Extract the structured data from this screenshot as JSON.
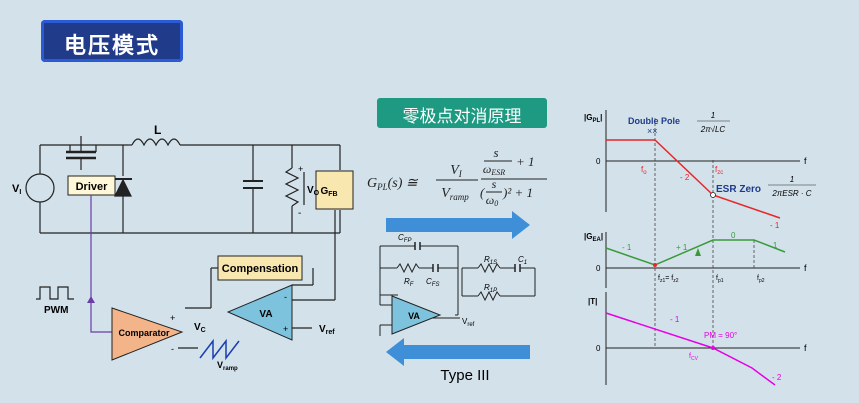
{
  "title": "电压模式",
  "subtitle": "零极点对消原理",
  "circuit": {
    "source_label": "V",
    "source_sub": "I",
    "inductor": "L",
    "driver": "Driver",
    "vo": "V",
    "vo_sub": "O",
    "gfb": "G",
    "gfb_sub": "FB",
    "plus": "+",
    "minus": "-",
    "compensation": "Compensation",
    "va": "VA",
    "vref": "V",
    "vref_sub": "ref",
    "comparator": "Comparator",
    "vc": "V",
    "vc_sub": "C",
    "vramp": "V",
    "vramp_sub": "ramp",
    "pwm": "PWM"
  },
  "formula": {
    "lhs": "G",
    "lhs_sub": "PL",
    "lhs_arg": "(s) ≅",
    "num": "V",
    "num_sub": "I",
    "den": "V",
    "den_sub": "ramp",
    "frac_num": "s",
    "frac_den": "ω",
    "frac_den_sub": "ESR",
    "plus1": "+ 1",
    "sq_num": "s",
    "sq_den": "ω",
    "sq_den_sub": "0",
    "sq_exp": ")² + 1",
    "open_paren": "("
  },
  "type3": {
    "cfp": "C",
    "cfp_sub": "FP",
    "rf": "R",
    "rf_sub": "F",
    "cfs": "C",
    "cfs_sub": "FS",
    "r1s": "R",
    "r1s_sub": "1S",
    "c1": "C",
    "c1_sub": "1",
    "r1p": "R",
    "r1p_sub": "1P",
    "va": "VA",
    "vref": "V",
    "vref_sub": "ref",
    "label": "Type III"
  },
  "bode": {
    "gpl_label": "|G",
    "gpl_sub": "PL",
    "gpl_close": "|",
    "double_pole": "Double Pole",
    "xx": "××",
    "dp_num": "1",
    "dp_den": "2π√LC",
    "esr_zero": "ESR Zero",
    "ez_num": "1",
    "ez_den": "2πESR · C",
    "f": "f",
    "zero": "0",
    "fo": "f",
    "fo_sub": "o",
    "fzc": "f",
    "fzc_sub": "zc",
    "slope_m2": "- 2",
    "slope_m1": "- 1",
    "gea_label": "|G",
    "gea_sub": "EA",
    "gea_close": "|",
    "ea_m1": "- 1",
    "ea_p1": "+ 1",
    "ea_0": "0",
    "ea_m1b": "- 1",
    "fz1": "f",
    "fz1_sub": "z1",
    "fz_eq": "= f",
    "fz2_sub": "z2",
    "fp1": "f",
    "fp1_sub": "p1",
    "fp2": "f",
    "fp2_sub": "p2",
    "t_label": "|T|",
    "t_m1": "- 1",
    "pm": "PM = 90°",
    "fcv": "f",
    "fcv_sub": "CV",
    "t_m2": "- 2"
  },
  "colors": {
    "title_bg": "#1f3b8a",
    "subtitle_bg": "#1e9a82",
    "arrow_blue": "#3f8fd8",
    "gpl_red": "#e8262a",
    "gea_green": "#3a9a3a",
    "t_magenta": "#e600e6",
    "comp_orange": "#f3b48a",
    "va_teal": "#7ec3de",
    "comp_yellow": "#f9e7b0"
  }
}
